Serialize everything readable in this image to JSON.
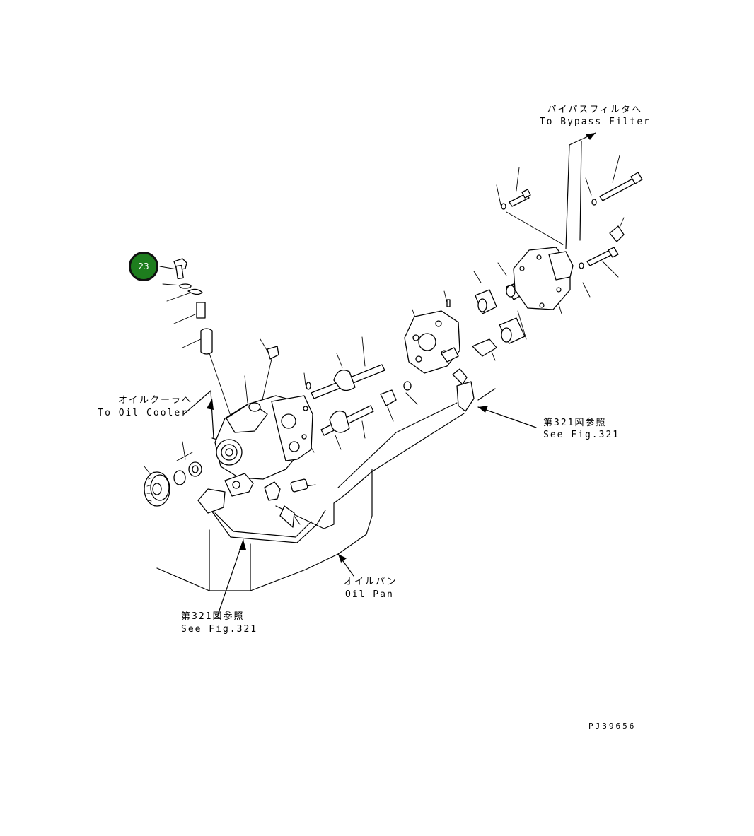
{
  "callout": {
    "number": "23",
    "color": "#1e7d1e"
  },
  "labels": {
    "bypass_jp": "バイパスフィルタへ",
    "bypass_en": "To Bypass Filter",
    "cooler_jp": "オイルクーラへ",
    "cooler_en": "To Oil Cooler",
    "see_right_jp": "第321図参照",
    "see_right_en": "See Fig.321",
    "see_left_jp": "第321図参照",
    "see_left_en": "See Fig.321",
    "oilpan_jp": "オイルパン",
    "oilpan_en": "Oil Pan"
  },
  "drawing_code": "PJ39656"
}
